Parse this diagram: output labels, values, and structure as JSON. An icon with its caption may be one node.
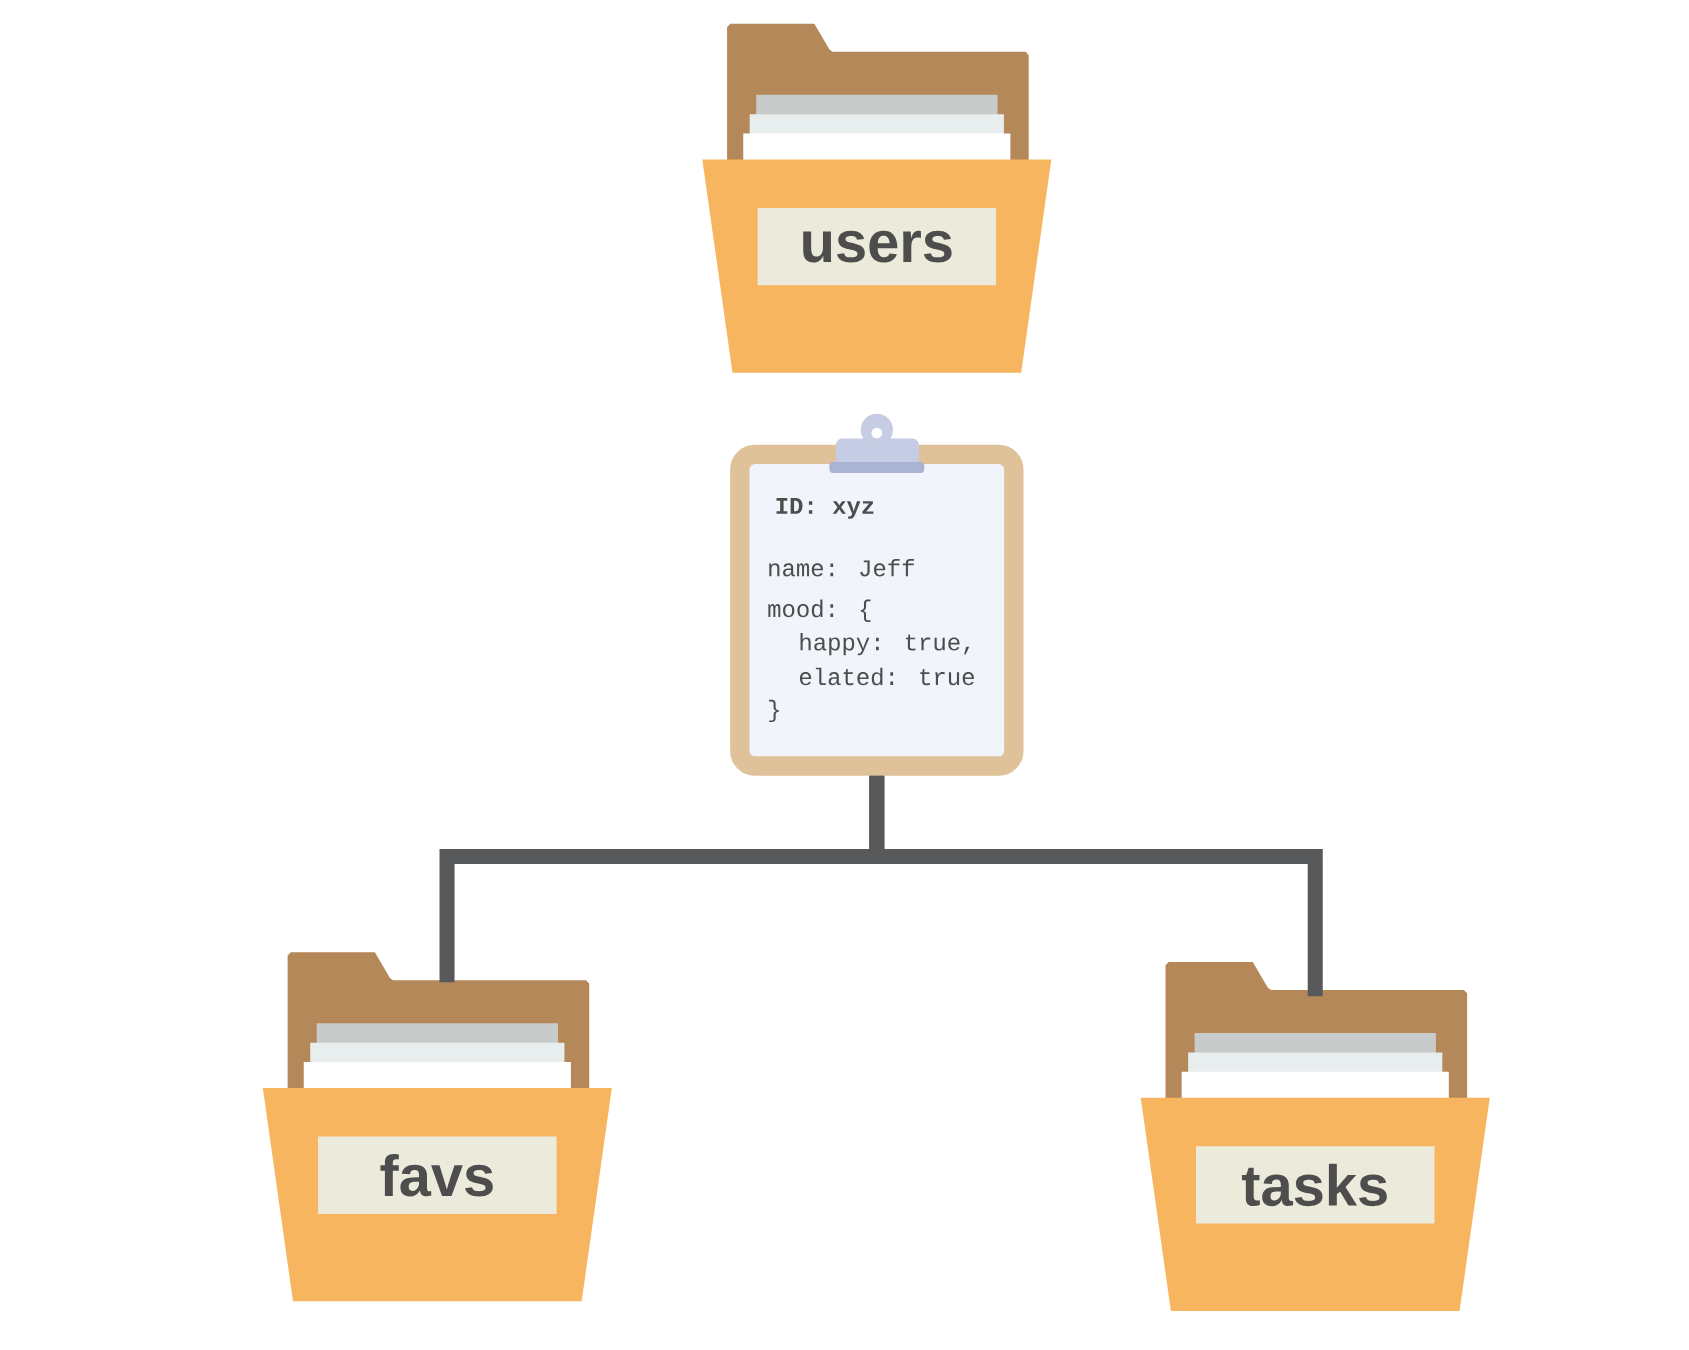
{
  "diagram": {
    "nodes": [
      {
        "text": [
          "users"
        ]
      },
      {
        "text": [
          "ID: xyz",
          "name: Jeff",
          "mood: {",
          "happy: true,",
          "elated: true",
          "}"
        ]
      },
      {
        "text": [
          "favs"
        ]
      },
      {
        "text": [
          "tasks"
        ]
      }
    ],
    "edges": [
      {
        "from": 1,
        "to": 2,
        "arrow": "none"
      },
      {
        "from": 1,
        "to": 3,
        "arrow": "none"
      }
    ]
  }
}
